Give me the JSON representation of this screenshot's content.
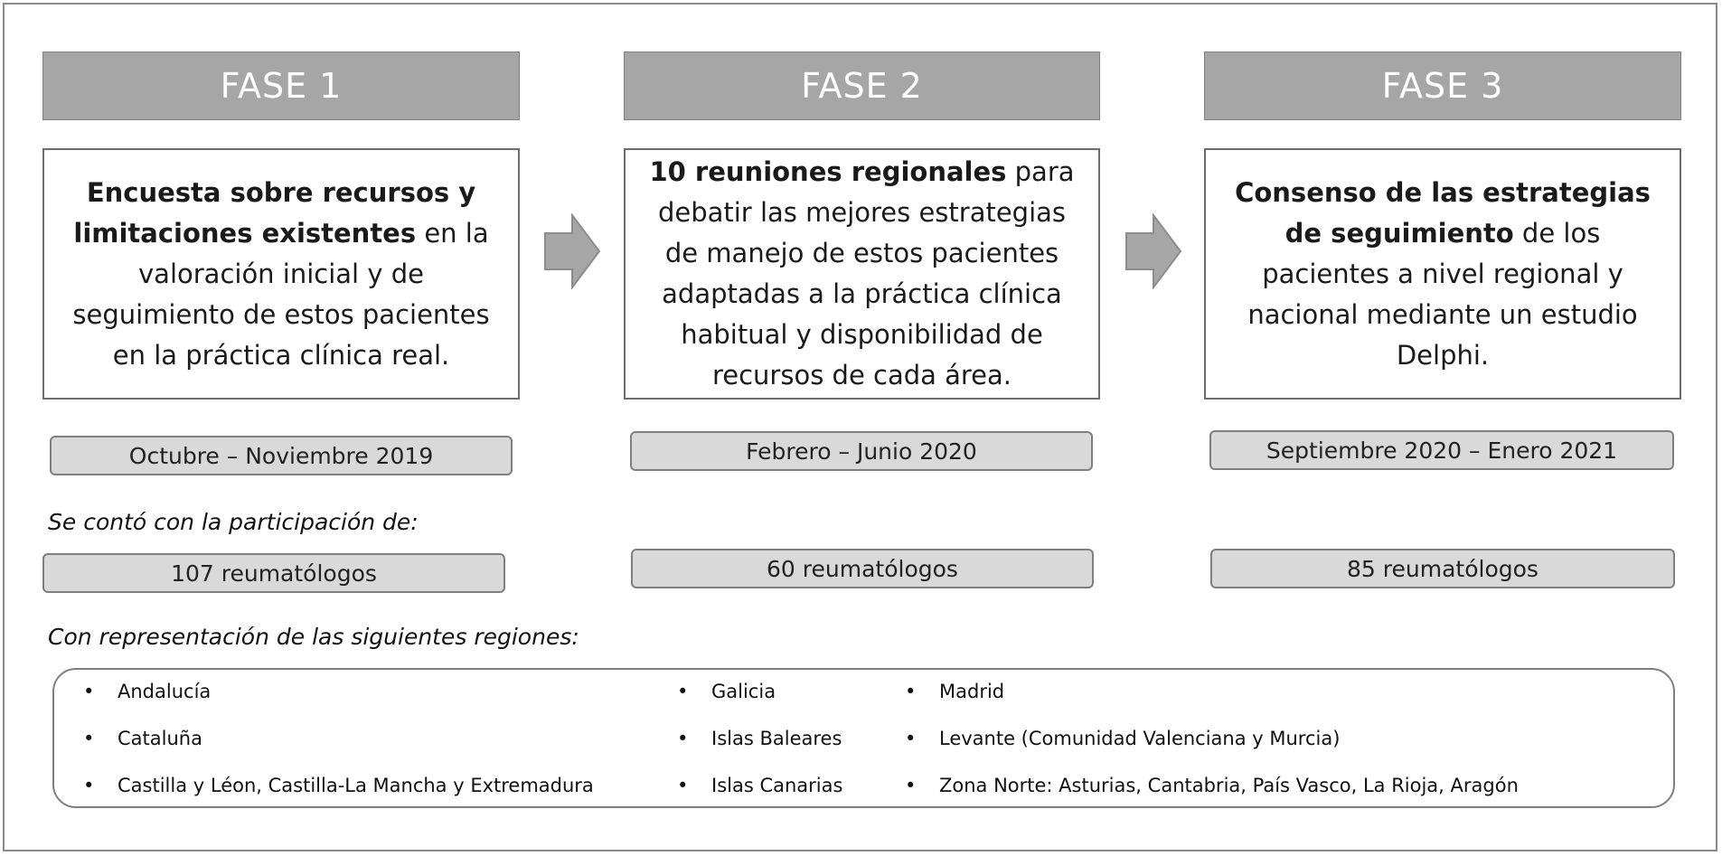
{
  "phases": [
    {
      "header": "FASE 1",
      "text_parts": [
        {
          "b": "Encuesta sobre recursos y limitaciones existentes",
          "t": " en la valoración inicial y de seguimiento de estos pacientes en la práctica clínica real."
        }
      ],
      "dates": "Octubre – Noviembre 2019",
      "participants": "107 reumatólogos"
    },
    {
      "header": "FASE 2",
      "text_parts": [
        {
          "b": "10 reuniones regionales",
          "t": " para debatir las mejores estrategias de manejo de estos pacientes adaptadas a la práctica clínica habitual y disponibilidad de recursos de cada área."
        }
      ],
      "dates": "Febrero – Junio 2020",
      "participants": "60 reumatólogos"
    },
    {
      "header": "FASE 3",
      "text_parts": [
        {
          "b": "Consenso de las estrategias de seguimiento",
          "t": " de los pacientes a nivel regional y nacional mediante un estudio Delphi."
        }
      ],
      "dates": "Septiembre 2020 – Enero 2021",
      "participants": "85 reumatólogos"
    }
  ],
  "participation_label": "Se contó con la participación de:",
  "regions_label": "Con representación de las siguientes regiones:",
  "regions": [
    [
      "Andalucía",
      "Cataluña",
      "Castilla y Léon, Castilla-La Mancha y Extremadura"
    ],
    [
      "Galicia",
      "Islas Baleares",
      "Islas Canarias"
    ],
    [
      "Madrid",
      "Levante (Comunidad Valenciana y Murcia)",
      "Zona Norte: Asturias, Cantabria, País Vasco, La Rioja, Aragón"
    ]
  ],
  "colors": {
    "header_bg": "#a6a6a6",
    "pill_bg": "#d9d9d9",
    "arrow": "#a6a6a6"
  }
}
